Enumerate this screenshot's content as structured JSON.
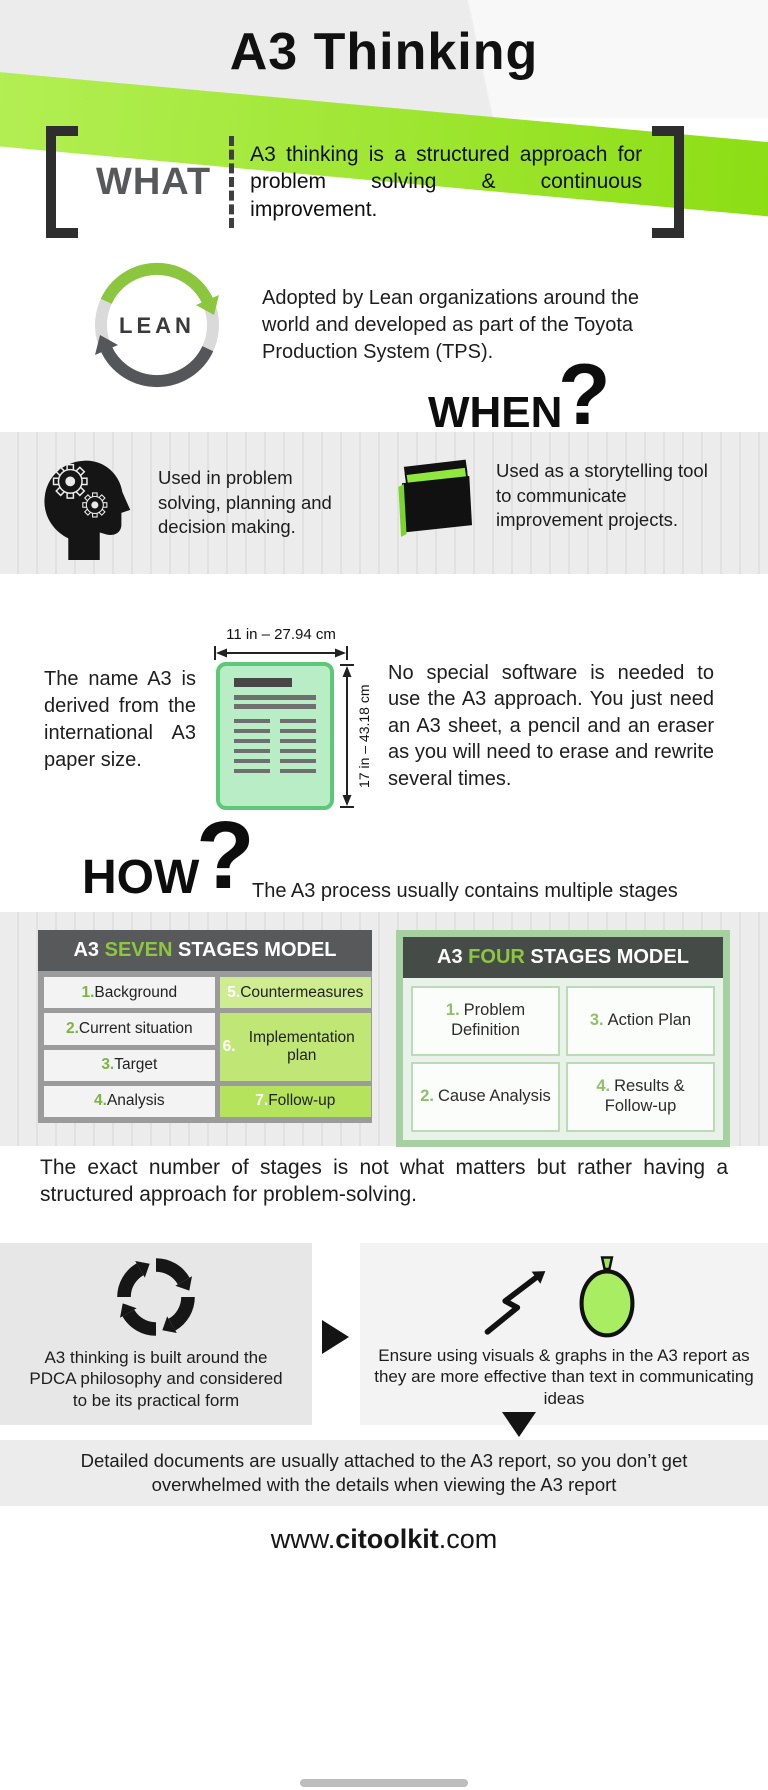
{
  "page": {
    "title": "A3 Thinking"
  },
  "colors": {
    "accent_green": "#8dc63f",
    "band_green": "#97e32c",
    "dark_gray": "#58595b",
    "paper_mint": "#b9edc6"
  },
  "icons": {
    "lean_cycle_icon": "circular refresh arrows",
    "head_gears_icon": "human head with gears",
    "book_icon": "book with green pages",
    "a3_paper_icon": "A3 paper sheet",
    "width_arrow_icon": "horizontal double arrow",
    "height_arrow_icon": "vertical double arrow",
    "pdca_cycle_icon": "circular PDCA arrows",
    "zigzag_arrow_icon": "rising zigzag arrow",
    "lightbulb_icon": "light bulb",
    "arrow_right_icon": "black right triangle",
    "arrow_down_icon": "black down triangle",
    "bracket_icons": "large square brackets"
  },
  "what": {
    "label": "WHAT",
    "text": "A3 thinking is a structured approach for problem solving & continuous improvement."
  },
  "lean": {
    "badge": "LEAN",
    "text": "Adopted by Lean organizations around the world and developed as part of the Toyota Production System (TPS)."
  },
  "when": {
    "label": "WHEN",
    "question_mark": "?",
    "left_text": "Used in problem solving, planning and decision making.",
    "right_text": "Used as a storytelling tool to communicate improvement projects."
  },
  "paper": {
    "left_text": "The name A3 is derived from the international A3 paper size.",
    "width_label": "11 in – 27.94 cm",
    "height_label": "17 in – 43.18 cm",
    "right_text": "No special software is needed to use the A3 approach. You just need an A3 sheet, a pencil and an eraser as you will need to erase and rewrite several times."
  },
  "how": {
    "label": "HOW",
    "question_mark": "?",
    "subtitle": "The A3 process usually contains multiple stages"
  },
  "seven_model": {
    "title_prefix": "A3 ",
    "title_highlight": "SEVEN",
    "title_suffix": " STAGES MODEL",
    "left_items": [
      {
        "num": "1.",
        "label": "Background"
      },
      {
        "num": "2.",
        "label": "Current situation"
      },
      {
        "num": "3.",
        "label": "Target"
      },
      {
        "num": "4.",
        "label": "Analysis"
      }
    ],
    "right_items": [
      {
        "num": "5.",
        "label": "Countermeasures"
      },
      {
        "num": "6.",
        "label": "Implementation plan"
      },
      {
        "num": "7.",
        "label": "Follow-up"
      }
    ]
  },
  "four_model": {
    "title_prefix": "A3 ",
    "title_highlight": "FOUR",
    "title_suffix": " STAGES MODEL",
    "cells": [
      {
        "num": "1.",
        "label": "Problem Definition"
      },
      {
        "num": "3.",
        "label": "Action Plan"
      },
      {
        "num": "2.",
        "label": "Cause Analysis"
      },
      {
        "num": "4.",
        "label": "Results & Follow-up"
      }
    ]
  },
  "stages_note": "The exact number of stages is not what matters but rather having a structured approach for problem-solving.",
  "pdca": {
    "text": "A3 thinking is built around the PDCA philosophy and considered to be its practical form"
  },
  "visuals": {
    "text": "Ensure using visuals & graphs in the A3 report as they are more effective than text in communicating ideas"
  },
  "attachment_note": "Detailed documents are usually attached to the A3 report, so you don’t get overwhelmed with the details when viewing the A3 report",
  "footer": {
    "prefix": "www.",
    "brand": "citoolkit",
    "suffix": ".com"
  }
}
